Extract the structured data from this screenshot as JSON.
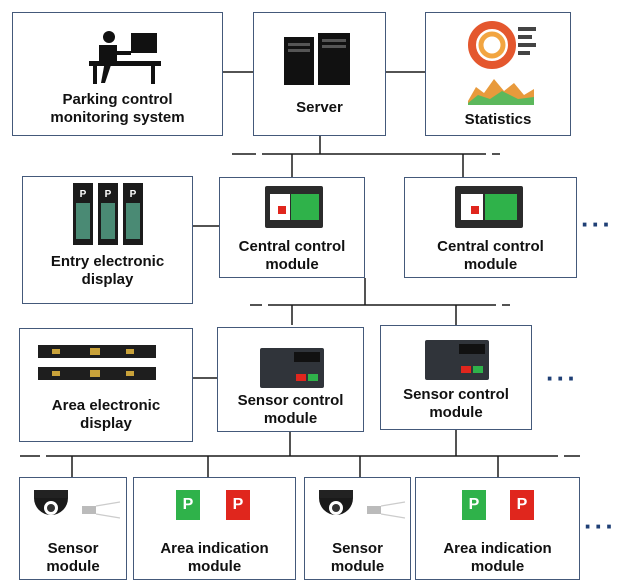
{
  "nodes": {
    "parking_monitoring": "Parking control\nmonitoring system",
    "server": "Server",
    "statistics": "Statistics",
    "entry_display": "Entry electronic\ndisplay",
    "central_1": "Central control\nmodule",
    "central_2": "Central control\nmodule",
    "area_display": "Area electronic\ndisplay",
    "sensor_control_1": "Sensor control\nmodule",
    "sensor_control_2": "Sensor control\nmodule",
    "sensor_1": "Sensor\nmodule",
    "area_indication_1": "Area indication\nmodule",
    "sensor_2": "Sensor\nmodule",
    "area_indication_2": "Area indication\nmodule"
  },
  "sign_letter": "P",
  "ellipsis": "···",
  "colors": {
    "border": "#44597a",
    "green": "#2fb24a",
    "red": "#e0261d",
    "dots": "#1f3f75"
  }
}
